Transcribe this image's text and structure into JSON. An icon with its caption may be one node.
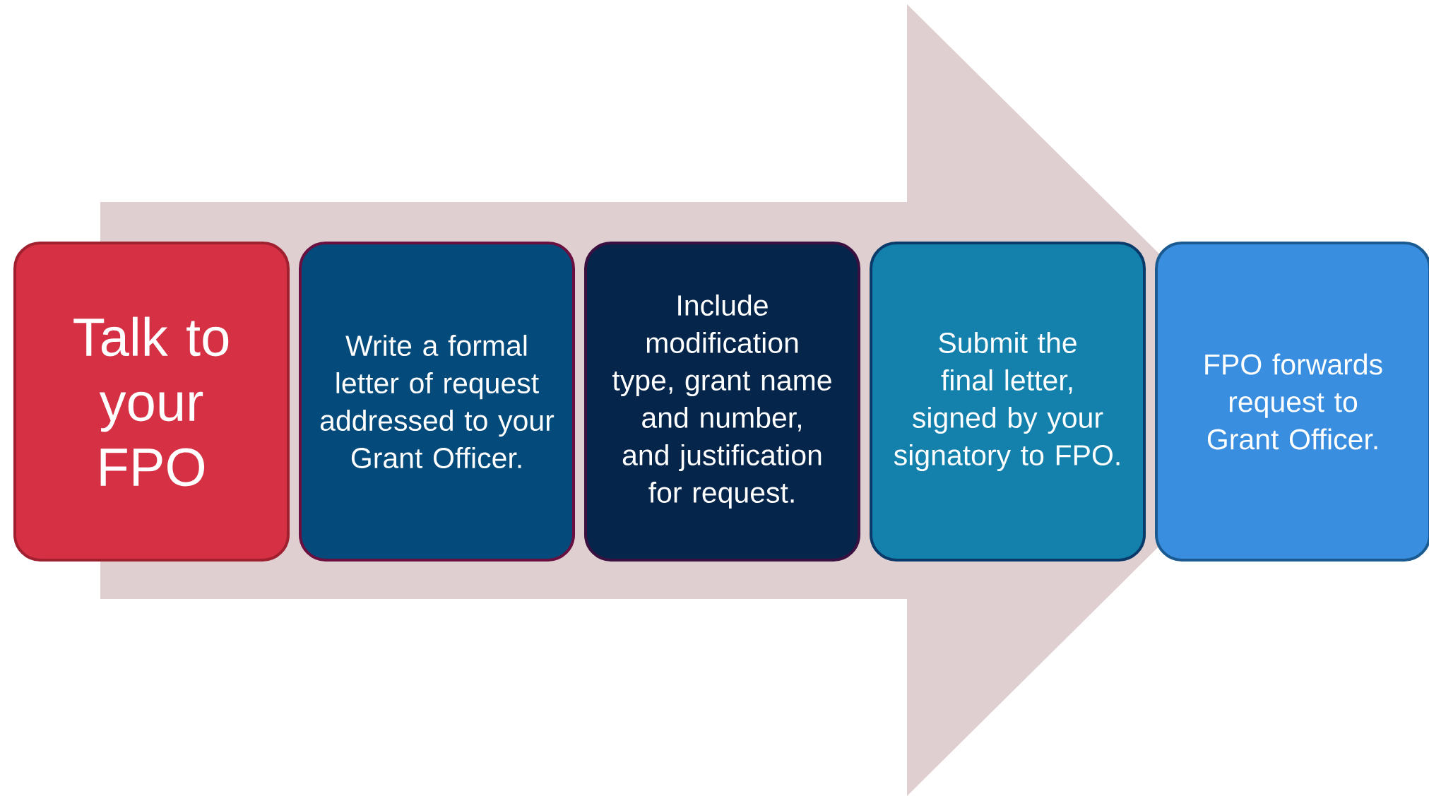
{
  "diagram": {
    "nodes": [
      {
        "text": [
          "Talk to your FPO"
        ]
      },
      {
        "text": [
          "Write a formal letter of request addressed to your Grant Officer."
        ]
      },
      {
        "text": [
          "Include modification type, grant name and number, and justification for request."
        ]
      },
      {
        "text": [
          "Submit the final letter, signed by your signatory to FPO."
        ]
      },
      {
        "text": [
          "FPO forwards request to Grant Officer."
        ]
      }
    ],
    "edges": [
      {
        "from": 0,
        "to": 4,
        "arrow": "to"
      }
    ]
  }
}
